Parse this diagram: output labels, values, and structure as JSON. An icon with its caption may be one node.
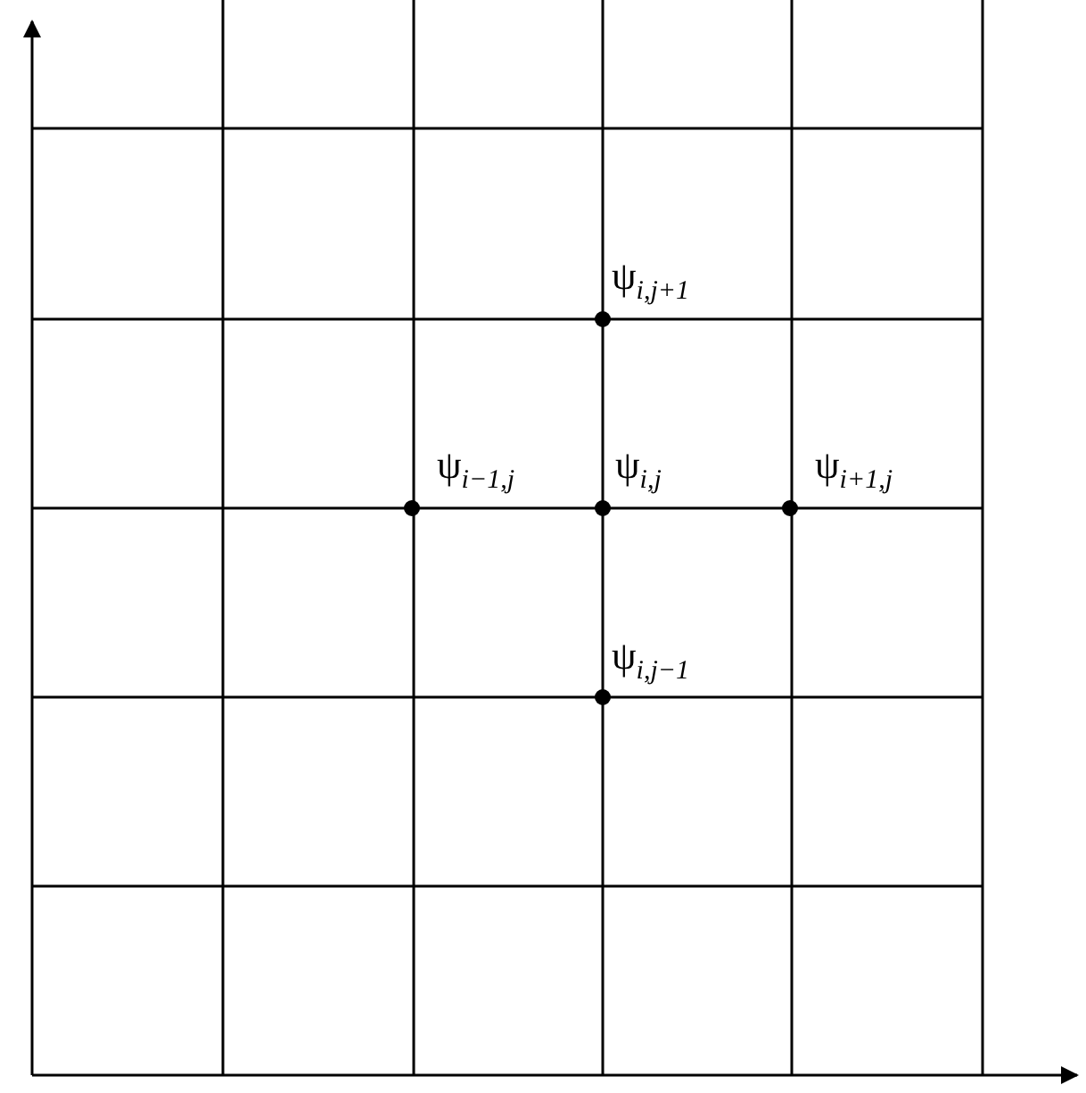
{
  "diagram": {
    "labels": [
      "ψ$_{i,j+1}$",
      "ψ$_{i−1,j}$",
      "ψ$_{i,j}$",
      "ψ$_{i+1,j}$",
      "ψ$_{i,j−1}$"
    ]
  }
}
